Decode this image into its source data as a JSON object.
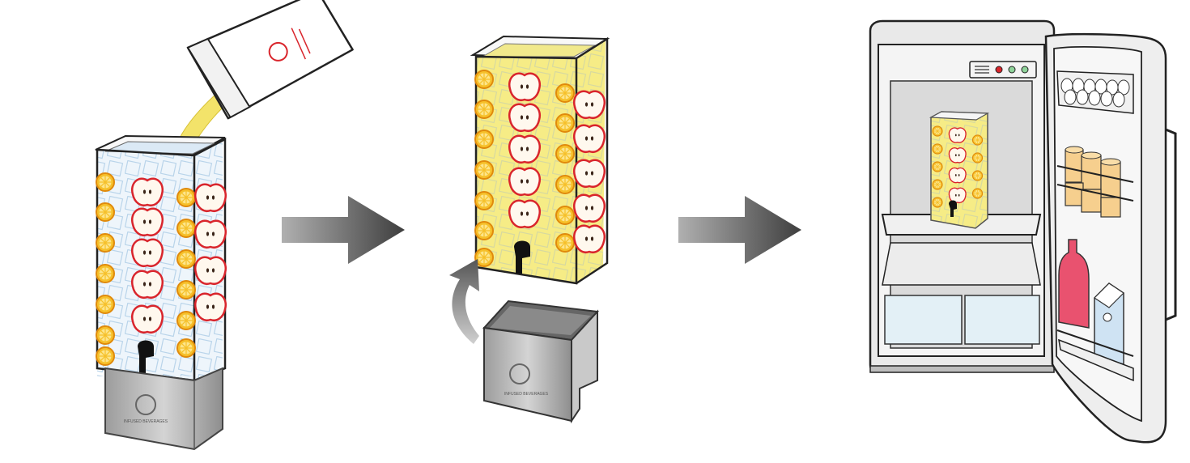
{
  "steps": [
    {
      "id": "fill",
      "depicts": "pitcher-pouring-into-dispenser"
    },
    {
      "id": "add-base",
      "depicts": "dispenser-lifted-onto-base"
    },
    {
      "id": "chill",
      "depicts": "dispenser-in-open-refrigerator"
    }
  ],
  "arrows": [
    "right-arrow",
    "right-arrow"
  ],
  "brand_text": "INFUSED BEVERAGES",
  "colors": {
    "juice": "#f7ec8a",
    "lemon": "#f5b21b",
    "apple_red": "#d9252c",
    "steel": "#b5b5b5",
    "arrow": "#5a5a5a",
    "fridge_inner": "#d9d9d9",
    "bottle": "#e9526f",
    "milk": "#cfe3f3",
    "cans": "#f6cf8e"
  }
}
